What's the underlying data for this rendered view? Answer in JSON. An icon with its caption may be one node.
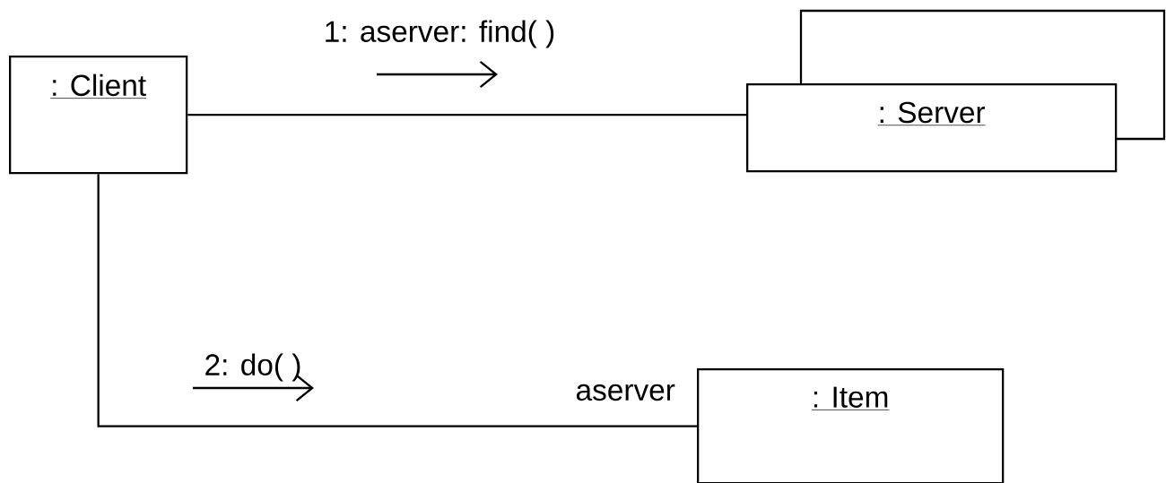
{
  "diagram": {
    "nodes": [
      {
        "text": [
          ": Client"
        ]
      },
      {
        "text": [
          ": Server"
        ]
      },
      {
        "text": [
          ": Item"
        ]
      }
    ],
    "edges": [
      {
        "from": 0,
        "to": 1,
        "arrow": "none",
        "label": "1: aserver: find( )"
      },
      {
        "from": 0,
        "to": 2,
        "arrow": "none",
        "label": "2: do( )"
      }
    ],
    "labels": [
      "aserver"
    ]
  }
}
